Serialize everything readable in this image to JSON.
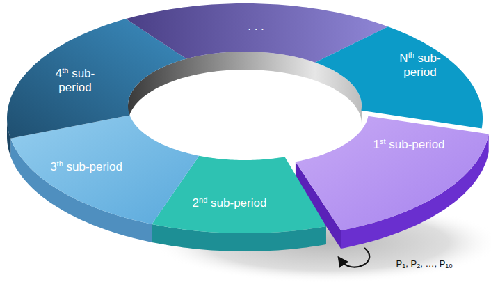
{
  "diagram": {
    "nodes": [
      {
        "text": [
          "1st sub-period"
        ]
      },
      {
        "text": [
          "2nd sub-period"
        ]
      },
      {
        "text": [
          "3th sub-period"
        ]
      },
      {
        "text": [
          "4th sub-period"
        ]
      },
      {
        "text": [
          ". . ."
        ]
      },
      {
        "text": [
          "Nth sub-period"
        ]
      }
    ],
    "labels": [
      "P1, P2, …, P10"
    ]
  }
}
